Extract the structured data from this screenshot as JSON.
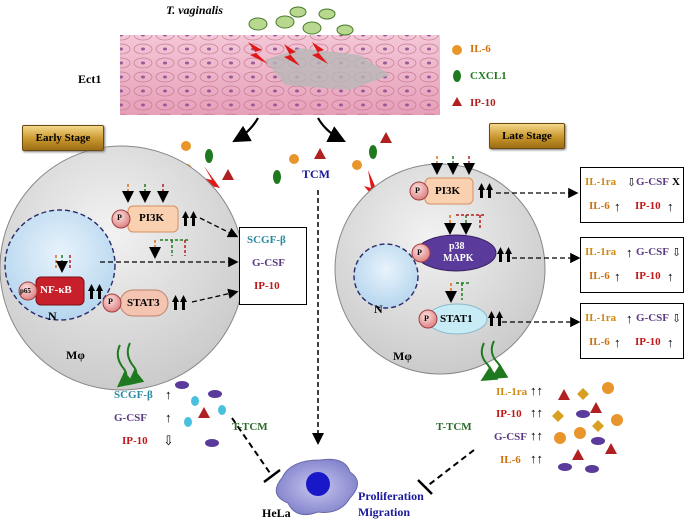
{
  "title": "T. vaginalis",
  "cell_layer": "Ect1",
  "legend": [
    {
      "label": "IL-6",
      "color": "#e8962c",
      "shape": "circle"
    },
    {
      "label": "CXCL1",
      "color": "#1f7a1f",
      "shape": "ellipse"
    },
    {
      "label": "IP-10",
      "color": "#b02020",
      "shape": "triangle"
    }
  ],
  "stages": {
    "early": "Early Stage",
    "late": "Late Stage"
  },
  "center_label": "TCM",
  "early": {
    "p": "P",
    "pi3k": "PI3K",
    "nfkb": "NF-κB",
    "p65": "p65",
    "stat3": "STAT3",
    "nucleus": "N",
    "cell": "Mφ",
    "box": [
      "SCGF-β",
      "G-CSF",
      "IP-10"
    ],
    "secreted": [
      "SCGF-β",
      "G-CSF",
      "IP-10"
    ],
    "ttcm": "T-TCM",
    "target": "HeLa"
  },
  "late": {
    "p": "P",
    "pi3k": "PI3K",
    "p38": "p38",
    "mapk": "MAPK",
    "stat1": "STAT1",
    "nucleus": "N",
    "cell": "Mφ",
    "box1": [
      "IL-1ra",
      "G-CSF",
      "IL-6",
      "IP-10"
    ],
    "box2": [
      "IL-1ra",
      "G-CSF",
      "IL-6",
      "IP-10"
    ],
    "box3": [
      "IL-1ra",
      "G-CSF",
      "IL-6",
      "IP-10"
    ],
    "secreted": [
      "IL-1ra",
      "IP-10",
      "G-CSF",
      "IL-6"
    ],
    "ttcm": "T-TCM"
  },
  "outcome": [
    "Proliferation",
    "Migration"
  ],
  "colors": {
    "scgf": "#2a8aa0",
    "gcsf": "#5a3a80",
    "ip10": "#c01818",
    "il6": "#d07010",
    "il1ra": "#d08a10",
    "ttcm": "#2a6a2a",
    "tcm": "#1a1a9a"
  }
}
